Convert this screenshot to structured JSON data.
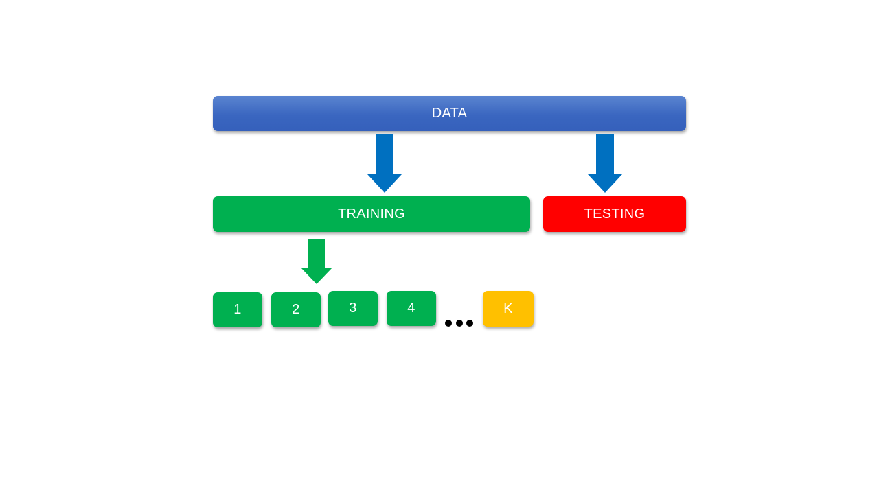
{
  "diagram": {
    "data_label": "DATA",
    "training_label": "TRAINING",
    "testing_label": "TESTING",
    "folds": [
      "1",
      "2",
      "3",
      "4"
    ],
    "last_fold": "K"
  },
  "colors": {
    "data": "#4472c4",
    "training": "#00b050",
    "testing": "#ff0000",
    "fold": "#00b050",
    "last_fold": "#ffc000",
    "split_arrow": "#0070c0",
    "fold_arrow": "#00b050",
    "dots": "#000000"
  },
  "icons": {
    "split_arrows": "down-arrow-icon",
    "fold_arrow": "down-arrow-icon",
    "ellipsis": "ellipsis-icon"
  }
}
